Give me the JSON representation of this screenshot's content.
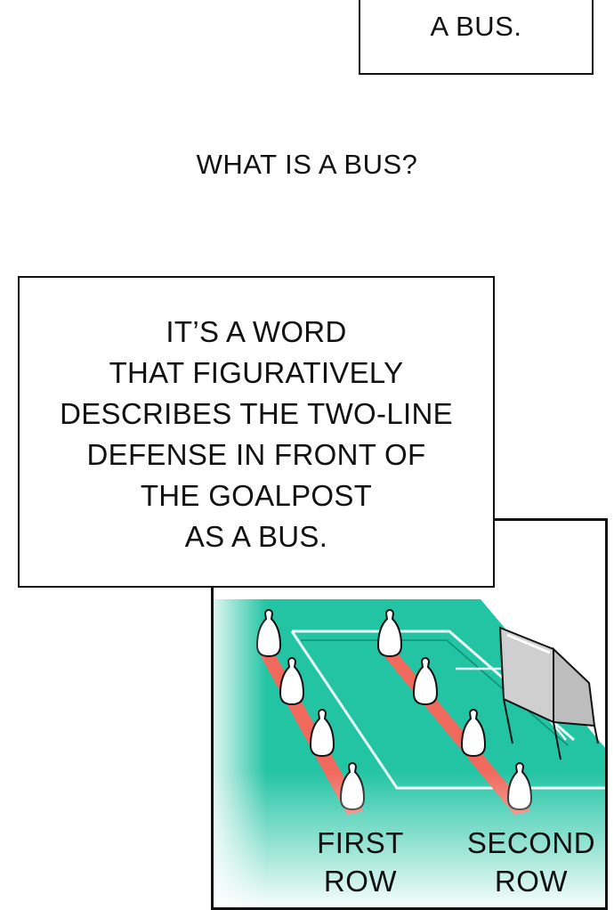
{
  "top_bubble": {
    "text": "A BUS."
  },
  "question": {
    "text": "WHAT IS A BUS?"
  },
  "explanation": {
    "lines": [
      "IT’S A WORD",
      "THAT FIGURATIVELY",
      "DESCRIBES THE TWO-LINE",
      "DEFENSE IN FRONT OF",
      "THE GOALPOST",
      "AS A BUS."
    ]
  },
  "illustration": {
    "first_row": [
      "FIRST",
      "ROW"
    ],
    "second_row": [
      "SECOND",
      "ROW"
    ]
  },
  "colors": {
    "pitch": "#22c4a4",
    "line_highlight": "#ef6a5c",
    "outline": "#111111",
    "background": "#ffffff"
  }
}
